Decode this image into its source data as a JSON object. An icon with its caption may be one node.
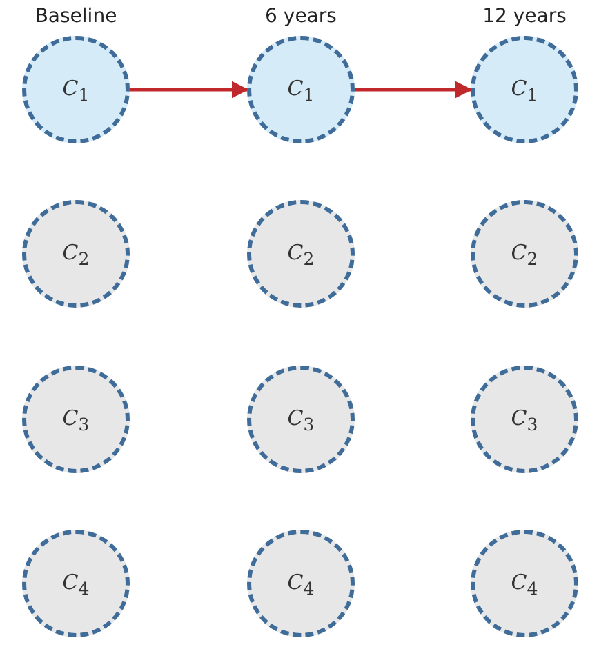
{
  "diagram": {
    "nodes": [
      {
        "text": [
          "*C*$_{1}$"
        ]
      },
      {
        "text": [
          "*C*$_{1}$"
        ]
      },
      {
        "text": [
          "*C*$_{1}$"
        ]
      },
      {
        "text": [
          "*C*$_{2}$"
        ]
      },
      {
        "text": [
          "*C*$_{2}$"
        ]
      },
      {
        "text": [
          "*C*$_{2}$"
        ]
      },
      {
        "text": [
          "*C*$_{3}$"
        ]
      },
      {
        "text": [
          "*C*$_{3}$"
        ]
      },
      {
        "text": [
          "*C*$_{3}$"
        ]
      },
      {
        "text": [
          "*C*$_{4}$"
        ]
      },
      {
        "text": [
          "*C*$_{4}$"
        ]
      },
      {
        "text": [
          "*C*$_{4}$"
        ]
      }
    ],
    "edges": [
      {
        "from": 0,
        "to": 1,
        "arrow": "to"
      },
      {
        "from": 1,
        "to": 2,
        "arrow": "to"
      }
    ],
    "labels": [
      "Baseline",
      "6 years",
      "12 years"
    ]
  }
}
